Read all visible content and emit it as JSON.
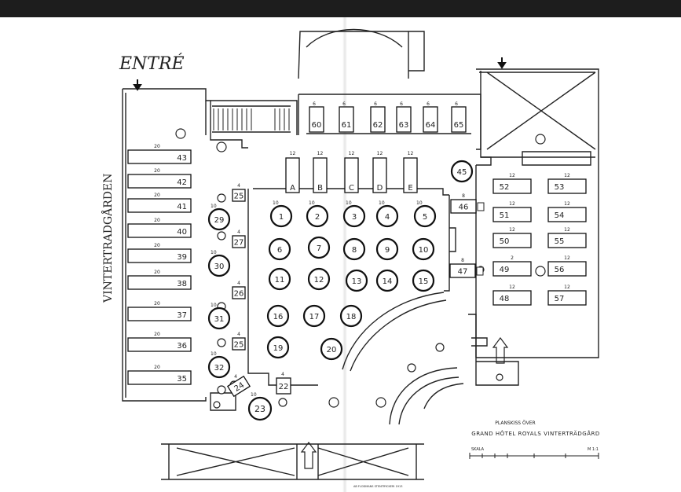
{
  "plan": {
    "entrance_label": "ENTRÉ",
    "garden_label": "VINTERTRADGÅRDEN",
    "caption_line1": "PLANSKISS ÖVER",
    "caption_line2": "GRAND HÔTEL ROYALS VINTERTRÄDGÅRD",
    "scale_left": "SKALA",
    "scale_right": "M 1:1",
    "footer_note": "AB FLODMANS STENTRYCKERI 1913"
  },
  "stages": [
    {
      "label": "A",
      "seats": "12"
    },
    {
      "label": "B",
      "seats": "12"
    },
    {
      "label": "C",
      "seats": "12"
    },
    {
      "label": "D",
      "seats": "12"
    },
    {
      "label": "E",
      "seats": "12"
    }
  ],
  "top_tables": [
    {
      "label": "60",
      "seats": "6"
    },
    {
      "label": "61",
      "seats": "6"
    },
    {
      "label": "62",
      "seats": "6"
    },
    {
      "label": "63",
      "seats": "6"
    },
    {
      "label": "64",
      "seats": "6"
    },
    {
      "label": "65",
      "seats": "6"
    }
  ],
  "left_tables": [
    {
      "label": "43",
      "seats": "20"
    },
    {
      "label": "42",
      "seats": "20"
    },
    {
      "label": "41",
      "seats": "20"
    },
    {
      "label": "40",
      "seats": "20"
    },
    {
      "label": "39",
      "seats": "20"
    },
    {
      "label": "38",
      "seats": "20"
    },
    {
      "label": "37",
      "seats": "20"
    },
    {
      "label": "36",
      "seats": "20"
    },
    {
      "label": "35",
      "seats": "20"
    }
  ],
  "left_round_tables": [
    {
      "label": "29",
      "seats": "10"
    },
    {
      "label": "30",
      "seats": "10"
    },
    {
      "label": "31",
      "seats": "10"
    },
    {
      "label": "32",
      "seats": "10"
    }
  ],
  "small_square_tables": [
    {
      "label": "25",
      "seats": "4"
    },
    {
      "label": "27",
      "seats": "4"
    },
    {
      "label": "26",
      "seats": "4"
    },
    {
      "label": "25",
      "seats": "4"
    },
    {
      "label": "24",
      "seats": "4"
    },
    {
      "label": "22",
      "seats": "4"
    }
  ],
  "round_tables": [
    {
      "label": "1",
      "seats": "10"
    },
    {
      "label": "2",
      "seats": "10"
    },
    {
      "label": "3",
      "seats": "10"
    },
    {
      "label": "4",
      "seats": "10"
    },
    {
      "label": "5",
      "seats": "10"
    },
    {
      "label": "6",
      "seats": ""
    },
    {
      "label": "7",
      "seats": ""
    },
    {
      "label": "8",
      "seats": ""
    },
    {
      "label": "9",
      "seats": ""
    },
    {
      "label": "10",
      "seats": ""
    },
    {
      "label": "11",
      "seats": ""
    },
    {
      "label": "12",
      "seats": ""
    },
    {
      "label": "13",
      "seats": ""
    },
    {
      "label": "14",
      "seats": ""
    },
    {
      "label": "15",
      "seats": ""
    },
    {
      "label": "16",
      "seats": ""
    },
    {
      "label": "17",
      "seats": ""
    },
    {
      "label": "18",
      "seats": ""
    },
    {
      "label": "19",
      "seats": ""
    },
    {
      "label": "20",
      "seats": ""
    },
    {
      "label": "23",
      "seats": "10"
    },
    {
      "label": "45",
      "seats": ""
    }
  ],
  "side_tables": [
    {
      "label": "46",
      "seats": "8"
    },
    {
      "label": "47",
      "seats": "8"
    }
  ],
  "right_tables": [
    {
      "label": "52",
      "seats": "12"
    },
    {
      "label": "53",
      "seats": "12"
    },
    {
      "label": "51",
      "seats": "12"
    },
    {
      "label": "54",
      "seats": "12"
    },
    {
      "label": "50",
      "seats": "12"
    },
    {
      "label": "55",
      "seats": "12"
    },
    {
      "label": "49",
      "seats": "2"
    },
    {
      "label": "56",
      "seats": "12"
    },
    {
      "label": "48",
      "seats": "12"
    },
    {
      "label": "57",
      "seats": "12"
    }
  ]
}
